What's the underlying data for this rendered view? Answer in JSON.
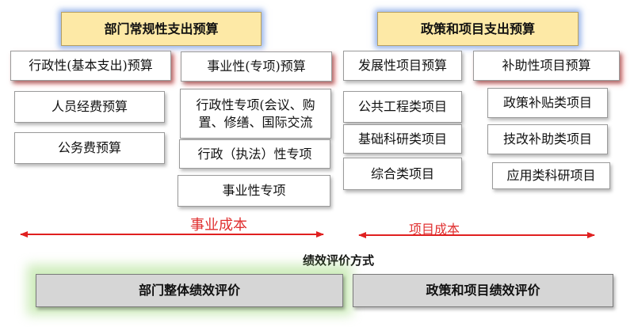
{
  "headers": {
    "left": "部门常规性支出预算",
    "right": "政策和项目支出预算"
  },
  "column1": [
    "行政性(基本支出)预算",
    "人员经费预算",
    "公务费预算"
  ],
  "column2": [
    "事业性(专项)预算",
    "行政性专项(会议、购置、修缮、国际交流",
    "行政（执法）性专项",
    "事业性专项"
  ],
  "column3": [
    "发展性项目预算",
    "公共工程类项目",
    "基础科研类项目",
    "综合类项目"
  ],
  "column4": [
    "补助性项目预算",
    "政策补贴类项目",
    "技改补助类项目",
    "应用类科研项目"
  ],
  "cost_labels": {
    "left": "事业成本",
    "right": "项目成本"
  },
  "evaluation": {
    "title": "绩效评价方式",
    "left": "部门整体绩效评价",
    "right": "政策和项目绩效评价"
  },
  "colors": {
    "header_fill": "#fde9a6",
    "header_glow": "#6e96e1",
    "arrow_red": "#e02020",
    "eval_fill": "#d6d6d6",
    "eval_glow": "#96d76e"
  }
}
